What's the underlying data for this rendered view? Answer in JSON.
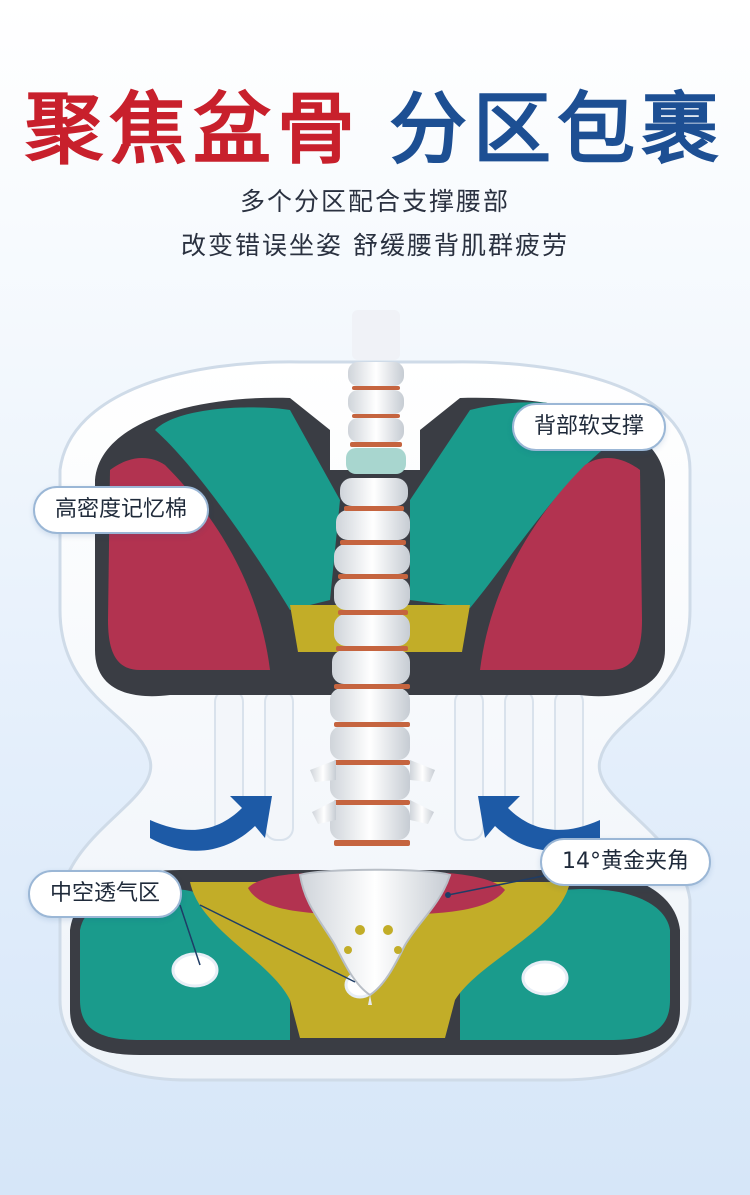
{
  "headline": {
    "part1": "聚焦盆骨",
    "part2": "分区包裹"
  },
  "subtitle": {
    "line1": "多个分区配合支撑腰部",
    "line2": "改变错误坐姿 舒缓腰背肌群疲劳"
  },
  "callouts": {
    "back_support": "背部软支撑",
    "memory_foam": "高密度记忆棉",
    "golden_angle": "14°黄金夹角",
    "hollow_vent": "中空透气区"
  },
  "colors": {
    "headline_red": "#c8202c",
    "headline_blue": "#1d4f93",
    "teal_pad": "#1a9b8c",
    "red_pad": "#b23350",
    "yellow_pad": "#c2ad28",
    "arrow_blue": "#1d5aa6"
  }
}
